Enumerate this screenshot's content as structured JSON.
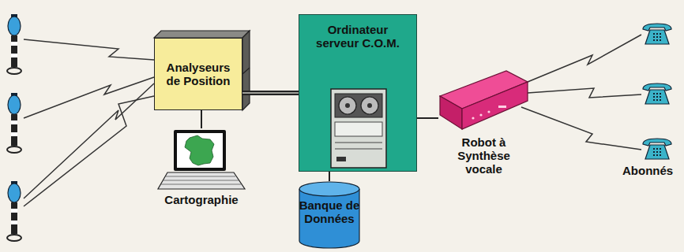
{
  "diagram": {
    "nodes": [
      {
        "text": [
          "Analyseurs de Position"
        ]
      },
      {
        "text": [
          "Cartographie"
        ]
      },
      {
        "text": [
          "Ordinateur serveur C.O.M."
        ]
      },
      {
        "text": [
          "Banque de Données"
        ]
      },
      {
        "text": [
          "Robot à Synthèse vocale"
        ]
      }
    ],
    "edges": [
      {
        "from": 0,
        "to": 2,
        "arrow": "none"
      },
      {
        "from": 0,
        "to": 1,
        "arrow": "none"
      },
      {
        "from": 2,
        "to": 3,
        "arrow": "none"
      },
      {
        "from": 2,
        "to": 4,
        "arrow": "none"
      }
    ],
    "labels": [
      "Abonnés"
    ]
  }
}
